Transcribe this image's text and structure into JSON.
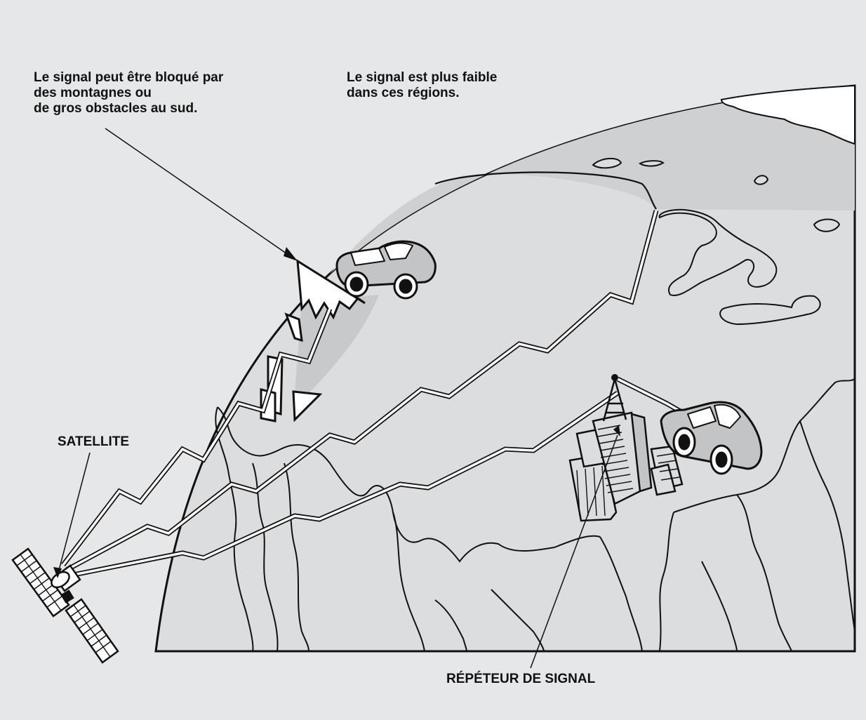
{
  "labels": {
    "mountains": {
      "line1": "Le signal peut être bloqué par",
      "line2": "des montagnes ou",
      "line3": "de gros obstacles au sud."
    },
    "weak_signal": {
      "line1": "Le signal est plus faible",
      "line2": "dans ces régions."
    },
    "satellite": "SATELLITE",
    "repeater": "RÉPÉTEUR DE SIGNAL"
  },
  "colors": {
    "background": "#e6e7e8",
    "earth": "#dcdddf",
    "weak_region": "#cfd0d2",
    "shadow": "#c3c4c6",
    "stroke": "#111111",
    "white": "#ffffff"
  }
}
